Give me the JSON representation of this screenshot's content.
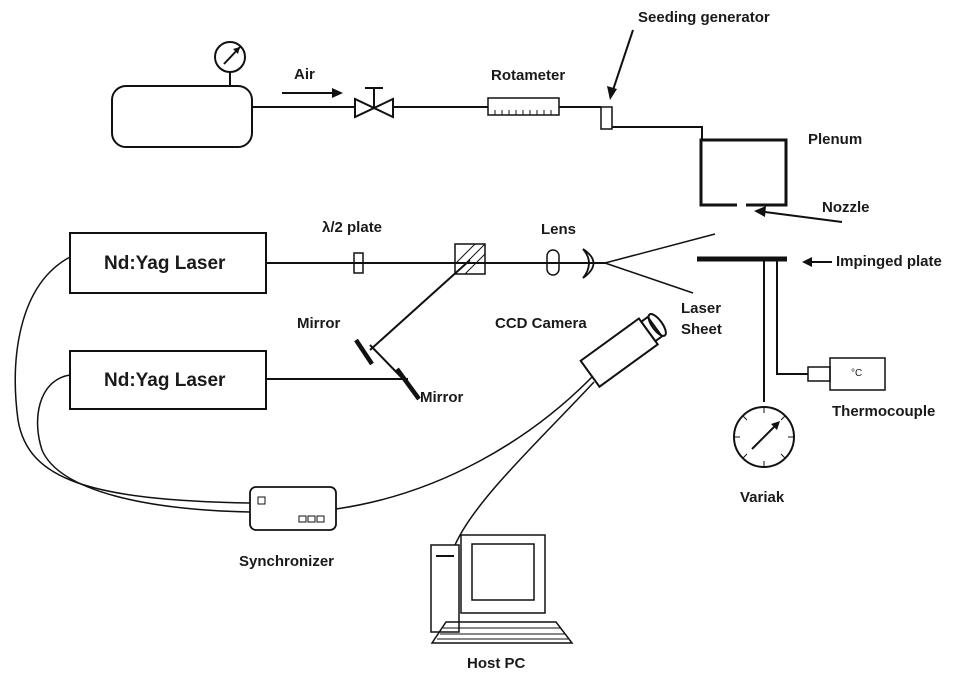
{
  "labels": {
    "seeding_generator": "Seeding generator",
    "air": "Air",
    "rotameter": "Rotameter",
    "plenum": "Plenum",
    "nozzle": "Nozzle",
    "impinged_plate": "Impinged plate",
    "half_wave_plate": "λ/2 plate",
    "lens": "Lens",
    "laser_1": "Nd:Yag Laser",
    "laser_2": "Nd:Yag Laser",
    "mirror_1": "Mirror",
    "mirror_2": "Mirror",
    "ccd_camera": "CCD Camera",
    "laser_sheet_line1": "Laser",
    "laser_sheet_line2": "Sheet",
    "thermocouple": "Thermocouple",
    "thermocouple_unit": "°C",
    "variak": "Variak",
    "synchronizer": "Synchronizer",
    "host_pc": "Host PC"
  },
  "colors": {
    "line": "#111111",
    "monitor_fill": "#fbf6c4",
    "keyboard_fill": "#f5efb0"
  }
}
